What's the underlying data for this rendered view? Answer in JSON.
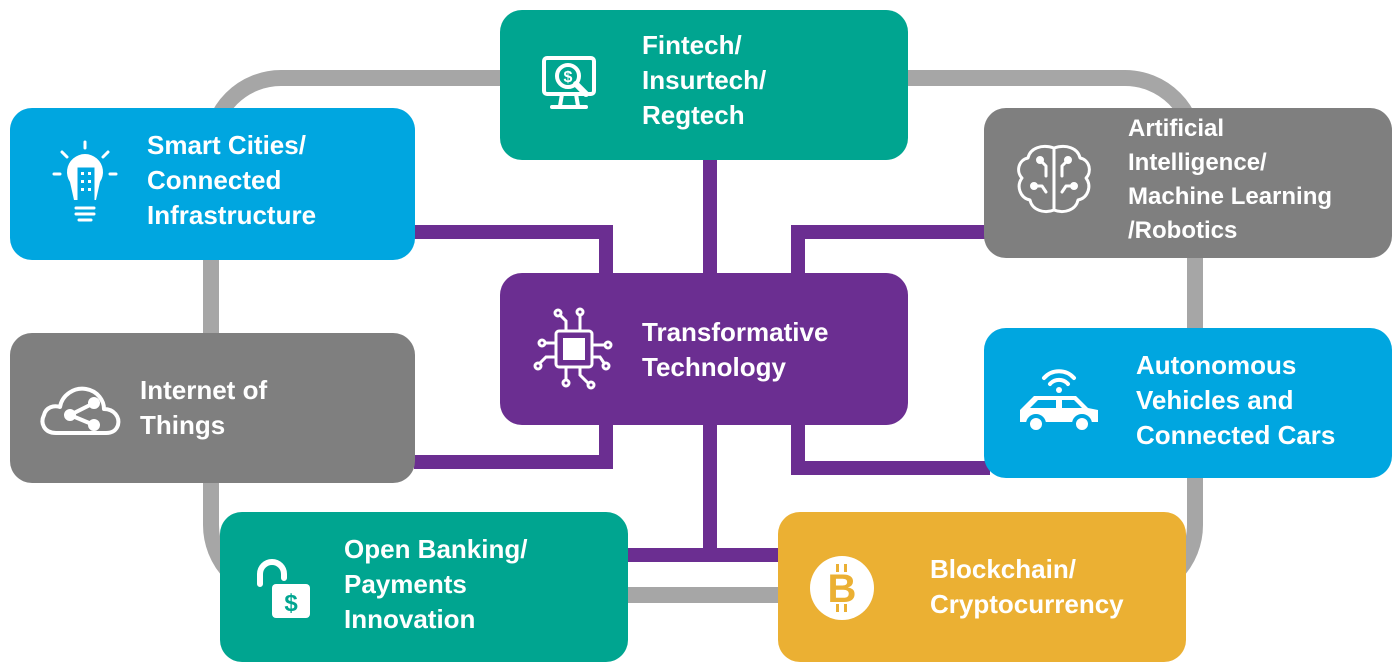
{
  "colors": {
    "frame": "#a6a6a6",
    "connector": "#6b2e91",
    "teal": "#00a590",
    "blue": "#00a6e0",
    "grey": "#7f7f7f",
    "purple": "#6b2e91",
    "gold": "#ebb033"
  },
  "center": {
    "label": "Transformative\nTechnology",
    "icon": "chip-icon"
  },
  "nodes": {
    "fintech": {
      "label": "Fintech/\nInsurtech/\nRegtech",
      "icon": "monitor-dollar-search-icon"
    },
    "smart_cities": {
      "label": "Smart Cities/\nConnected\nInfrastructure",
      "icon": "lightbulb-building-icon"
    },
    "ai": {
      "label": "Artificial\nIntelligence/\nMachine Learning\n/Robotics",
      "icon": "brain-circuit-icon"
    },
    "iot": {
      "label": "Internet of\nThings",
      "icon": "cloud-share-icon"
    },
    "autonomous": {
      "label": "Autonomous\nVehicles and\nConnected Cars",
      "icon": "connected-car-icon"
    },
    "open_banking": {
      "label": "Open Banking/\nPayments\nInnovation",
      "icon": "unlocked-dollar-icon"
    },
    "blockchain": {
      "label": "Blockchain/\nCryptocurrency",
      "icon": "bitcoin-icon"
    }
  }
}
